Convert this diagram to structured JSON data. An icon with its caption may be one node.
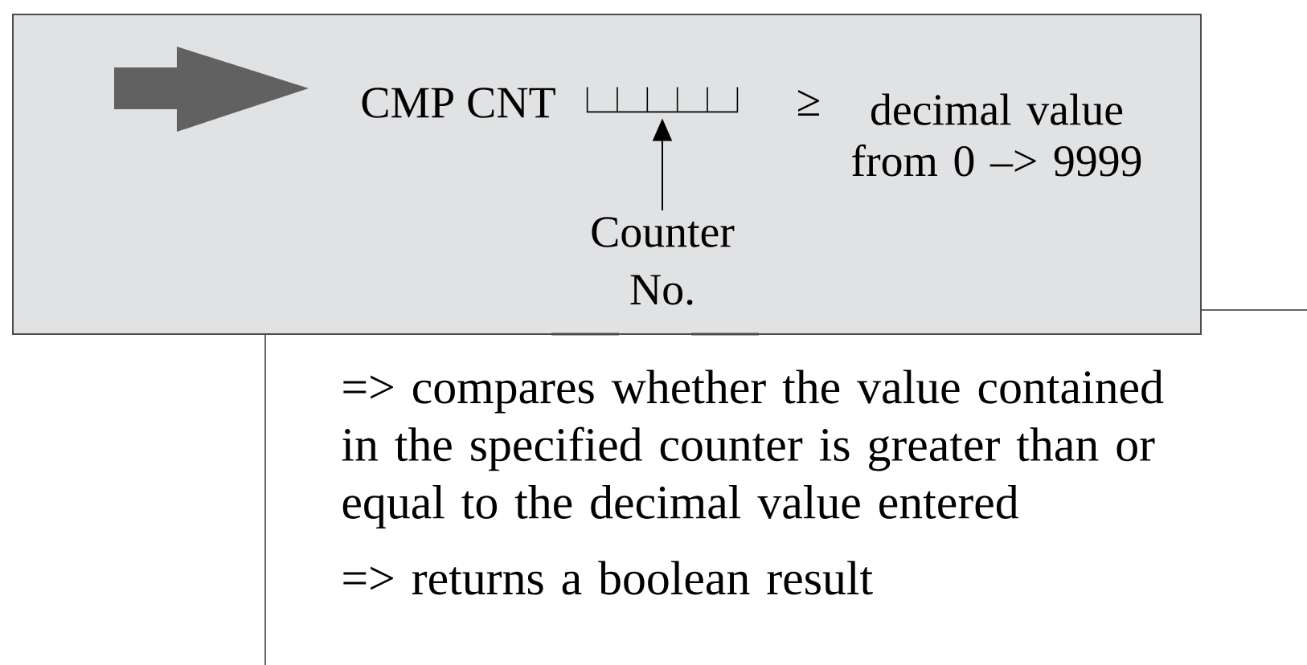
{
  "diagram": {
    "nodes": [
      {
        "text": [
          "CMP CNT",
          "≥",
          "decimal value from 0 –> 9999"
        ]
      },
      {
        "text": [
          "Counter No."
        ],
        "in": 0
      },
      {
        "text": [],
        "shape": "box",
        "in": 0
      }
    ],
    "edges": [
      {
        "from": 1,
        "to": 2,
        "arrow": "to"
      }
    ],
    "labels": [
      "=> compares whether the value contained in the specified counter is greater than or equal to the decimal value entered",
      "=> returns a boolean result"
    ]
  }
}
